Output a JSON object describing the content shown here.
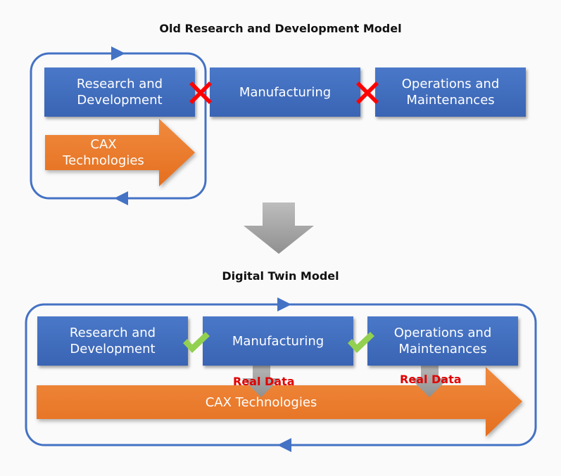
{
  "old_model": {
    "title": "Old Research and Development Model",
    "boxes": [
      "Research and\nDevelopment",
      "Manufacturing",
      "Operations and\nMaintenances"
    ],
    "cax_label": "CAX\nTechnologies",
    "connectors": [
      "cross",
      "cross"
    ]
  },
  "digital_twin_model": {
    "title": "Digital Twin Model",
    "boxes": [
      "Research and\nDevelopment",
      "Manufacturing",
      "Operations and\nMaintenances"
    ],
    "cax_label": "CAX Technologies",
    "connectors": [
      "check",
      "check"
    ],
    "data_labels": [
      "Real Data",
      "Real Data"
    ]
  },
  "colors": {
    "box_blue": "#4472c4",
    "loop_outline": "#4472c4",
    "cax_orange": "#ed7d31",
    "cross_red": "#ff0000",
    "check_green": "#92d050",
    "down_arrow_gray": "#a6a6a6",
    "real_data_red": "#e00000"
  },
  "icons": [
    "cross-icon",
    "check-icon",
    "down-arrow-icon",
    "loop-arrow-icon"
  ]
}
